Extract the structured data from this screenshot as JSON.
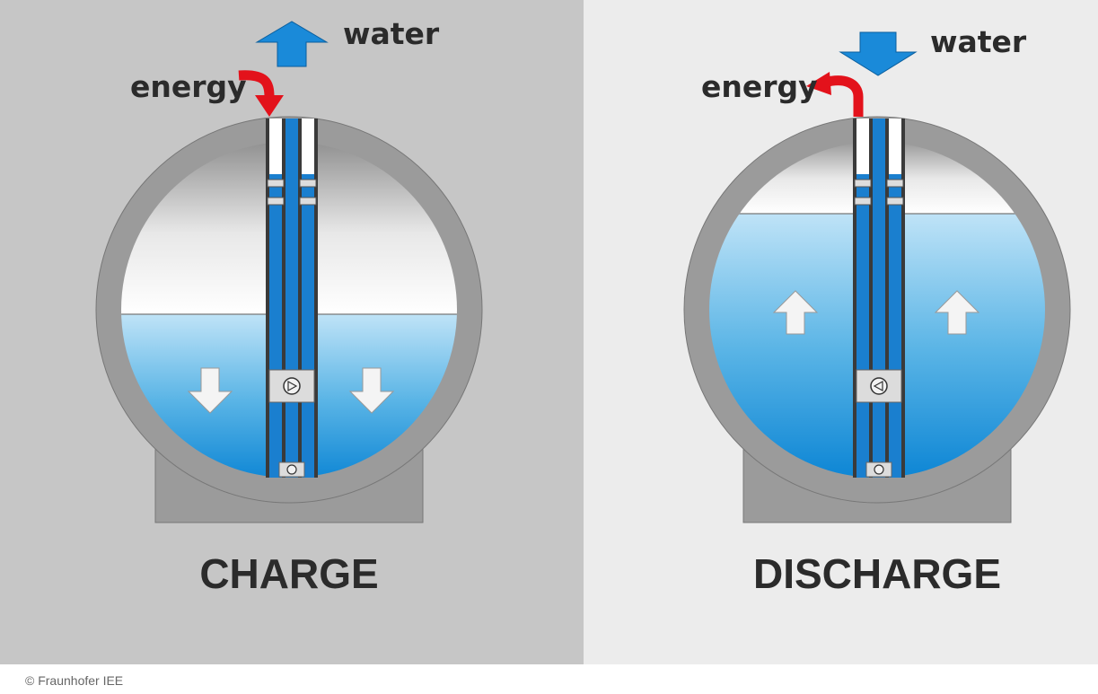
{
  "panels": {
    "charge": {
      "water_label": "water",
      "energy_label": "energy",
      "title": "CHARGE",
      "water_direction": "up",
      "water_level": 0.49
    },
    "discharge": {
      "water_label": "water",
      "energy_label": "energy",
      "title": "DISCHARGE",
      "water_direction": "down",
      "water_level": 0.8
    }
  },
  "copyright": "© Fraunhofer IEE",
  "colors": {
    "left_background": "#c6c6c6",
    "right_background": "#ececec",
    "shell": "#9b9b9b",
    "water": "#1a90d8",
    "pipe": "#1a7fcf",
    "energy_arrow": "#e3121b",
    "water_arrow": "#1a8ad9"
  }
}
